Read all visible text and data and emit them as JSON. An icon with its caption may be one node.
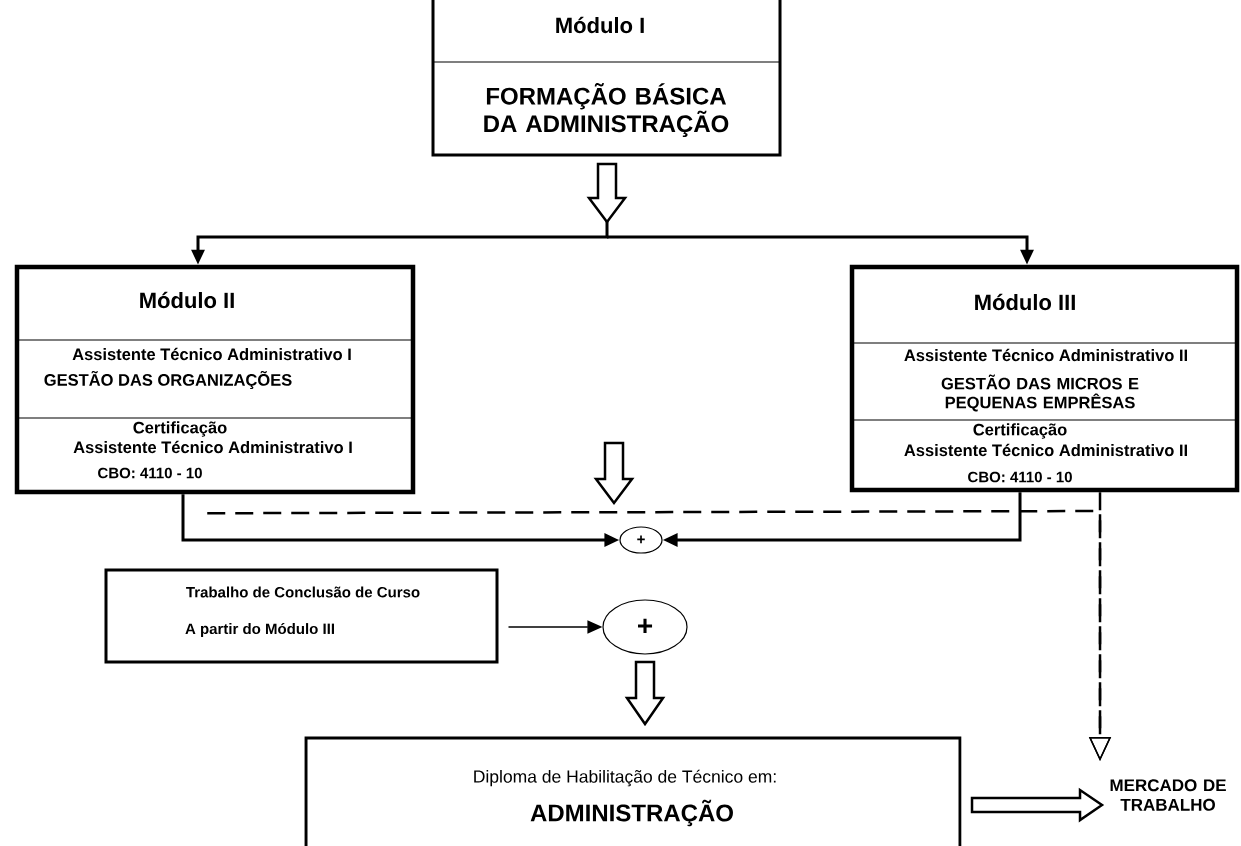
{
  "diagram": {
    "nodes": [
      {
        "text": [
          "Módulo I",
          "FORMAÇÃO BÁSICA DA ADMINISTRAÇÃO"
        ]
      },
      {
        "text": [
          "Módulo II",
          "Assistente Técnico Administrativo I",
          "GESTÃO DAS ORGANIZAÇÕES",
          "Certificação",
          "Assistente Técnico Administrativo I",
          "CBO: 4110  - 10"
        ]
      },
      {
        "text": [
          "Módulo III",
          "Assistente Técnico Administrativo II",
          "GESTÃO DAS MICROS E PEQUENAS EMPRÊSAS",
          "Certificação",
          "Assistente Técnico Administrativo II",
          "CBO: 4110 - 10"
        ]
      },
      {
        "text": [
          "+"
        ]
      },
      {
        "text": [
          "Trabalho de Conclusão de Curso",
          "A partir do Módulo III"
        ]
      },
      {
        "text": [
          "+"
        ]
      },
      {
        "text": [
          "Diploma de Habilitação de Técnico em:",
          "ADMINISTRAÇÃO"
        ]
      },
      {
        "text": [
          "MERCADO DE TRABALHO"
        ]
      }
    ],
    "edges": [
      {
        "from": 0,
        "to": 1,
        "arrow": "to"
      },
      {
        "from": 0,
        "to": 2,
        "arrow": "to"
      },
      {
        "from": null,
        "to": 3,
        "arrow": "to"
      },
      {
        "from": 1,
        "to": 3,
        "arrow": "to"
      },
      {
        "from": 2,
        "to": 3,
        "arrow": "to"
      },
      {
        "from": 1,
        "to": 7,
        "arrow": "to",
        "style": "dashed"
      },
      {
        "from": 2,
        "to": 7,
        "arrow": "to",
        "style": "dashed"
      },
      {
        "from": 4,
        "to": 5,
        "arrow": "to"
      },
      {
        "from": 5,
        "to": 6,
        "arrow": "to"
      },
      {
        "from": 6,
        "to": 7,
        "arrow": "to"
      }
    ]
  }
}
